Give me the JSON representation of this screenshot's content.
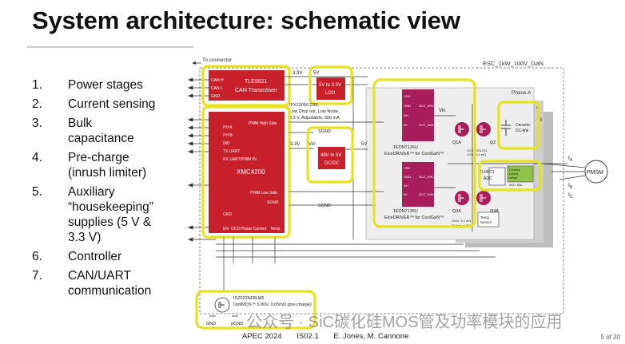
{
  "slide": {
    "title": "System architecture: schematic view",
    "items": [
      {
        "num": "1.",
        "text": [
          "Power stages"
        ]
      },
      {
        "num": "2.",
        "text": [
          "Current sensing"
        ]
      },
      {
        "num": "3.",
        "text": [
          "Bulk",
          "capacitance"
        ]
      },
      {
        "num": "4.",
        "text": [
          "Pre-charge",
          "(inrush limiter)"
        ]
      },
      {
        "num": "5.",
        "text": [
          "Auxiliary",
          "“housekeeping”",
          "supplies (5 V &",
          "3.3 V)"
        ]
      },
      {
        "num": "6.",
        "text": [
          "Controller"
        ]
      },
      {
        "num": "7.",
        "text": [
          "CAN/UART",
          "communication"
        ]
      }
    ],
    "footer": {
      "event": "APEC 2024",
      "session": "IS02.1",
      "authors": "E. Jones, M. Cannone"
    },
    "page": "5 of 20",
    "watermark": "公众号 · SiC碳化硅MOS管及功率模块的应用"
  },
  "schematic": {
    "to_connector": "To connector",
    "board_label": "ESC_1kW_100V_GaN",
    "phase_a": "Phase A",
    "phase_b": "B",
    "phase_c": "C",
    "can_ic": "TLE9521",
    "can_ic_sub": "CAN Transceiver",
    "can_pins": [
      "CAN H",
      "CAN L",
      "GND"
    ],
    "v33_top": "3.3V",
    "v5_top": "5V",
    "ldo_title": "5V to 3.3V",
    "ldo_sub": "LDO",
    "ldo_note": [
      "IFX1205/LD33:",
      "Low Drop out, Low Noise,",
      "3.3 V, Adjustable, 500 mA"
    ],
    "mcu": "XMC4200",
    "mcu_left_pins": [
      "PH A",
      "PH B",
      "IND",
      "TX UART",
      "RX UART/PWM IN"
    ],
    "mcu_pwm_hs": "PWM High Side",
    "mcu_pwm_ls": "PWM Low Side",
    "mcu_sgnd": "SGND",
    "mcu_gnd": "GND",
    "mcu_bottom": [
      "EN",
      "OCD",
      "Phase Current",
      "Temp."
    ],
    "sgnd1": "SGND",
    "sgnd2": "SGND",
    "vin_dcdc": "Vin",
    "v33_mid": "3.3V",
    "dcdc_title": "48V to 5V",
    "dcdc_sub": "DC/DC",
    "v5_mid": "5V",
    "drv_top_part": "1EDN7126U",
    "drv_top_name": "EiceDRIVER™ for CoolGaN™",
    "drv_bot_part": "1EDN7126U",
    "drv_bot_name": "EiceDRIVER™ for CoolGaN™",
    "drv_pins_top": [
      "VDD",
      "GND",
      "IN+",
      "IN-",
      "OUT_SRC",
      "OUT_SNK"
    ],
    "drv_pins_bot": [
      "VDD",
      "GND",
      "IN+",
      "IN-",
      "OUT_SRC",
      "OUT_SNK"
    ],
    "vin_bridge": "Vin",
    "q1a": "Q1A",
    "q2a": "Q2",
    "q3a": "Q3A",
    "q4a": "Q4A",
    "gan_note_top": [
      "IGC033S10S1",
      "100V, 3.3 mΩ"
    ],
    "gan_note_bot": [
      "100V, 3.3 mΩ",
      "750mA at 25°C"
    ],
    "cap_label": [
      "Ceramic",
      "DC-link"
    ],
    "sense_ic": "TLI4971",
    "sense_adc": "ADC",
    "sense_note": [
      "Coreless",
      "current",
      "sensor"
    ],
    "sense_range": "40A / 50A",
    "temp_sensor": [
      "Temp.",
      "Sensor"
    ],
    "ia": "I",
    "ia_sub": "A",
    "ib": "I",
    "ib_sub": "B",
    "ic": "I",
    "ic_sub": "C",
    "pmsm": "PMSM",
    "precharge_part": "ISZ022N08LM6",
    "precharge_note": "OptiMOS™ 6 80V, 0.05mΩ (pre-charge)",
    "gnd_left": "GND",
    "gnd_right": "pGND"
  },
  "colors": {
    "red": "#c8202a",
    "magenta": "#a71e5a",
    "highlight": "#e6e21e",
    "board": "#e9e9e9"
  }
}
